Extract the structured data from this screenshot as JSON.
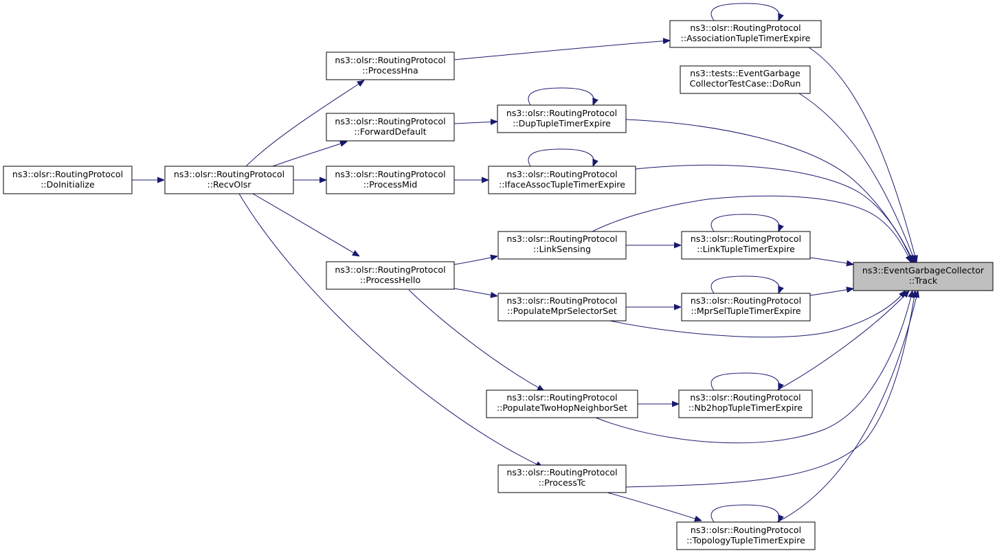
{
  "edge_color": "#191970",
  "highlight_fill": "#bfbfbf",
  "nodes": {
    "track": [
      "ns3::EventGarbageCollector",
      "::Track"
    ],
    "assoc": [
      "ns3::olsr::RoutingProtocol",
      "::AssociationTupleTimerExpire"
    ],
    "dorun": [
      "ns3::tests::EventGarbage",
      "CollectorTestCase::DoRun"
    ],
    "processhna": [
      "ns3::olsr::RoutingProtocol",
      "::ProcessHna"
    ],
    "forwarddefault": [
      "ns3::olsr::RoutingProtocol",
      "::ForwardDefault"
    ],
    "dup": [
      "ns3::olsr::RoutingProtocol",
      "::DupTupleTimerExpire"
    ],
    "doinit": [
      "ns3::olsr::RoutingProtocol",
      "::DoInitialize"
    ],
    "recvolsr": [
      "ns3::olsr::RoutingProtocol",
      "::RecvOlsr"
    ],
    "processmid": [
      "ns3::olsr::RoutingProtocol",
      "::ProcessMid"
    ],
    "iface": [
      "ns3::olsr::RoutingProtocol",
      "::IfaceAssocTupleTimerExpire"
    ],
    "linksensing": [
      "ns3::olsr::RoutingProtocol",
      "::LinkSensing"
    ],
    "linktuple": [
      "ns3::olsr::RoutingProtocol",
      "::LinkTupleTimerExpire"
    ],
    "processhello": [
      "ns3::olsr::RoutingProtocol",
      "::ProcessHello"
    ],
    "populatempr": [
      "ns3::olsr::RoutingProtocol",
      "::PopulateMprSelectorSet"
    ],
    "mprsel": [
      "ns3::olsr::RoutingProtocol",
      "::MprSelTupleTimerExpire"
    ],
    "populatetwohop": [
      "ns3::olsr::RoutingProtocol",
      "::PopulateTwoHopNeighborSet"
    ],
    "nb2hop": [
      "ns3::olsr::RoutingProtocol",
      "::Nb2hopTupleTimerExpire"
    ],
    "processtc": [
      "ns3::olsr::RoutingProtocol",
      "::ProcessTc"
    ],
    "topology": [
      "ns3::olsr::RoutingProtocol",
      "::TopologyTupleTimerExpire"
    ]
  },
  "edges": [
    [
      "doinit",
      "recvolsr"
    ],
    [
      "recvolsr",
      "processhna"
    ],
    [
      "recvolsr",
      "forwarddefault"
    ],
    [
      "recvolsr",
      "processmid"
    ],
    [
      "recvolsr",
      "processhello"
    ],
    [
      "recvolsr",
      "processtc"
    ],
    [
      "processhna",
      "assoc"
    ],
    [
      "forwarddefault",
      "dup"
    ],
    [
      "processmid",
      "iface"
    ],
    [
      "processhello",
      "linksensing"
    ],
    [
      "processhello",
      "populatempr"
    ],
    [
      "processhello",
      "populatetwohop"
    ],
    [
      "linksensing",
      "linktuple"
    ],
    [
      "populatempr",
      "mprsel"
    ],
    [
      "populatetwohop",
      "nb2hop"
    ],
    [
      "processtc",
      "topology"
    ],
    [
      "assoc",
      "assoc"
    ],
    [
      "dup",
      "dup"
    ],
    [
      "iface",
      "iface"
    ],
    [
      "linktuple",
      "linktuple"
    ],
    [
      "mprsel",
      "mprsel"
    ],
    [
      "nb2hop",
      "nb2hop"
    ],
    [
      "topology",
      "topology"
    ],
    [
      "assoc",
      "track"
    ],
    [
      "dorun",
      "track"
    ],
    [
      "dup",
      "track"
    ],
    [
      "iface",
      "track"
    ],
    [
      "linksensing",
      "track"
    ],
    [
      "linktuple",
      "track"
    ],
    [
      "mprsel",
      "track"
    ],
    [
      "populatempr",
      "track"
    ],
    [
      "nb2hop",
      "track"
    ],
    [
      "populatetwohop",
      "track"
    ],
    [
      "processtc",
      "track"
    ],
    [
      "topology",
      "track"
    ]
  ]
}
